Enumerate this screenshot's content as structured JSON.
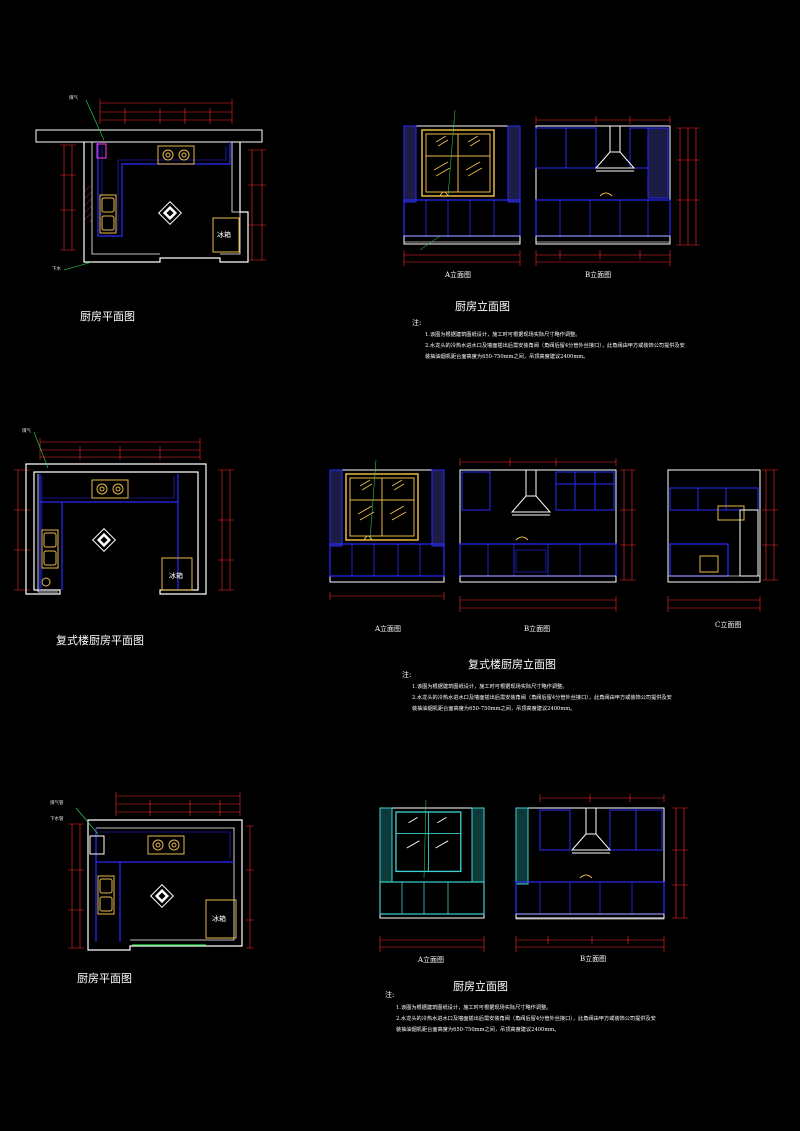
{
  "sheet1": {
    "plan_title": "厨房平面图",
    "elev_title": "厨房立面图",
    "elev_a": "A立面图",
    "elev_b": "B立面图",
    "fridge": "冰箱",
    "label_gas": "煤气",
    "label_drain": "下水",
    "note_head": "注:",
    "notes": [
      "1.该图为根据建筑图纸设计，施工时可根据现场实际尺寸略作调整。",
      "2.水龙头的冷热水进水口及墙面插出后需安装角阀（角阀后留4分管外丝接口），此角阀由甲方或装饰公司提供及安",
      "装抽油烟机距台面高度为650-750mm之间，吊顶高度建议2400mm。"
    ]
  },
  "sheet2": {
    "plan_title": "复式楼厨房平面图",
    "elev_title": "复式楼厨房立面图",
    "elev_a": "A立面图",
    "elev_b": "B立面图",
    "elev_c": "C立面图",
    "fridge": "冰箱",
    "label_gas": "煤气",
    "note_head": "注:",
    "notes": [
      "1.该图为根据建筑图纸设计，施工时可根据现场实际尺寸略作调整。",
      "2.水龙头的冷热水进水口及墙面插出后需安装角阀（角阀后留4分管外丝接口），此角阀由甲方或装饰公司提供及安",
      "装抽油烟机距台面高度为650-750mm之间，吊顶高度建议2400mm。"
    ]
  },
  "sheet3": {
    "plan_title": "厨房平面图",
    "elev_title": "厨房立面图",
    "elev_a": "A立面图",
    "elev_b": "B立面图",
    "fridge": "冰箱",
    "label_gas": "煤气管",
    "label_drain": "下水管",
    "note_head": "注:",
    "notes": [
      "1.该图为根据建筑图纸设计，施工时可根据现场实际尺寸略作调整。",
      "2.水龙头的冷热水进水口及墙面插出后需安装角阀（角阀后留4分管外丝接口），此角阀由甲方或装饰公司提供及安",
      "装抽油烟机距台面高度为650-750mm之间，吊顶高度建议2400mm。"
    ]
  },
  "colors": {
    "background": "#000000",
    "wall": "#ffffff",
    "cabinet": "#2a2aff",
    "dimension": "#ff2a2a",
    "appliance": "#e8b84a",
    "hood": "#ffffff",
    "glass": "#3dcfcf",
    "leader": "#33e05a"
  }
}
